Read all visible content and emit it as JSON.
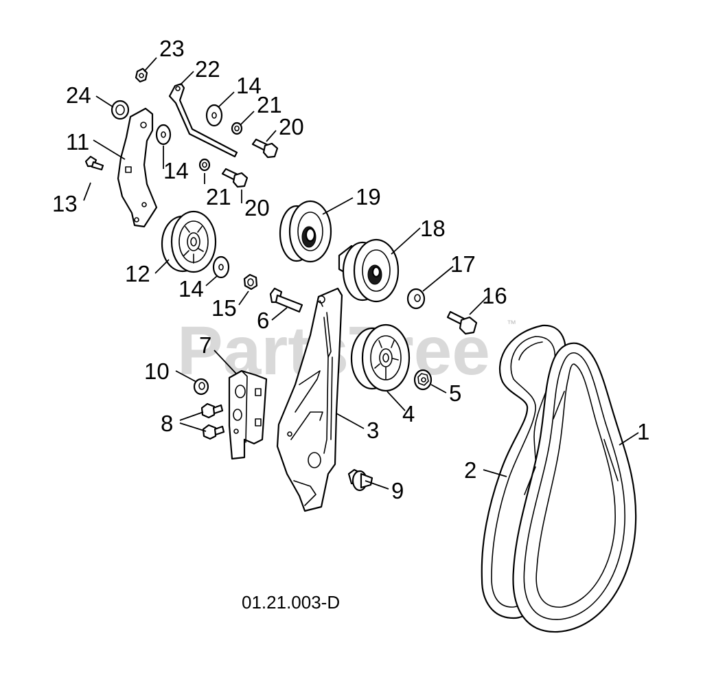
{
  "watermark": {
    "brand": "PartsTree",
    "trademark": "™"
  },
  "diagram_code": "01.21.003-D",
  "callouts": {
    "c1": "1",
    "c2": "2",
    "c3": "3",
    "c4": "4",
    "c5": "5",
    "c6": "6",
    "c7": "7",
    "c8": "8",
    "c9": "9",
    "c10": "10",
    "c11": "11",
    "c12": "12",
    "c13": "13",
    "c14a": "14",
    "c14b": "14",
    "c14c": "14",
    "c15": "15",
    "c16": "16",
    "c17": "17",
    "c18": "18",
    "c19": "19",
    "c20a": "20",
    "c20b": "20",
    "c21a": "21",
    "c21b": "21",
    "c22": "22",
    "c23": "23",
    "c24": "24"
  }
}
